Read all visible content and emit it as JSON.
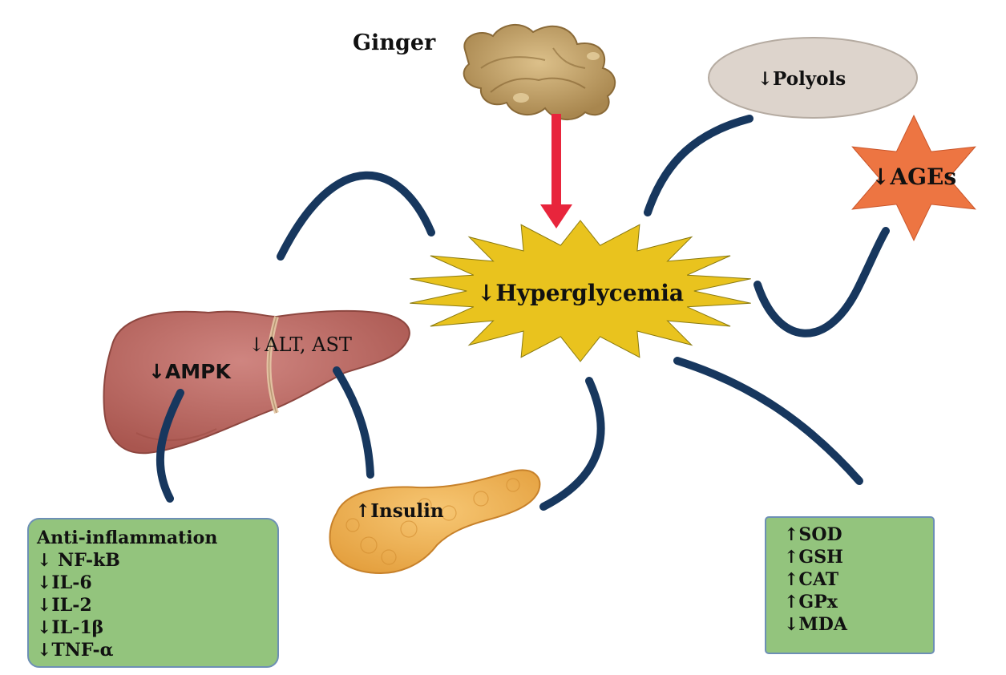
{
  "ginger": {
    "label": "Ginger"
  },
  "center": {
    "label": "↓Hyperglycemia"
  },
  "polyols": {
    "label": "↓Polyols"
  },
  "ages": {
    "label": "↓AGEs"
  },
  "liver": {
    "ampk": "↓AMPK",
    "alt_ast": "↓ALT, AST"
  },
  "pancreas": {
    "label": "↑Insulin"
  },
  "inflammation_box": {
    "lines": [
      "Anti-inflammation",
      "↓ NF-kB",
      "↓IL-6",
      "↓IL-2",
      "↓IL-1β",
      "↓TNF-α"
    ]
  },
  "antioxidant_box": {
    "lines": [
      "↑SOD",
      "↑GSH",
      "↑CAT",
      "↑GPx",
      "↓MDA"
    ]
  },
  "colors": {
    "arrow_navy": "#17375e",
    "arrow_red": "#e8253c",
    "starburst": "#e9c31e",
    "ages_star": "#ed7542",
    "polyols_fill": "#ddd4cc",
    "box_green": "#93c47d",
    "liver": "#c0706a",
    "pancreas": "#f2b65a",
    "ginger": "#c9a66b"
  },
  "icons": [
    "ginger-root-image",
    "liver-image",
    "pancreas-image"
  ]
}
